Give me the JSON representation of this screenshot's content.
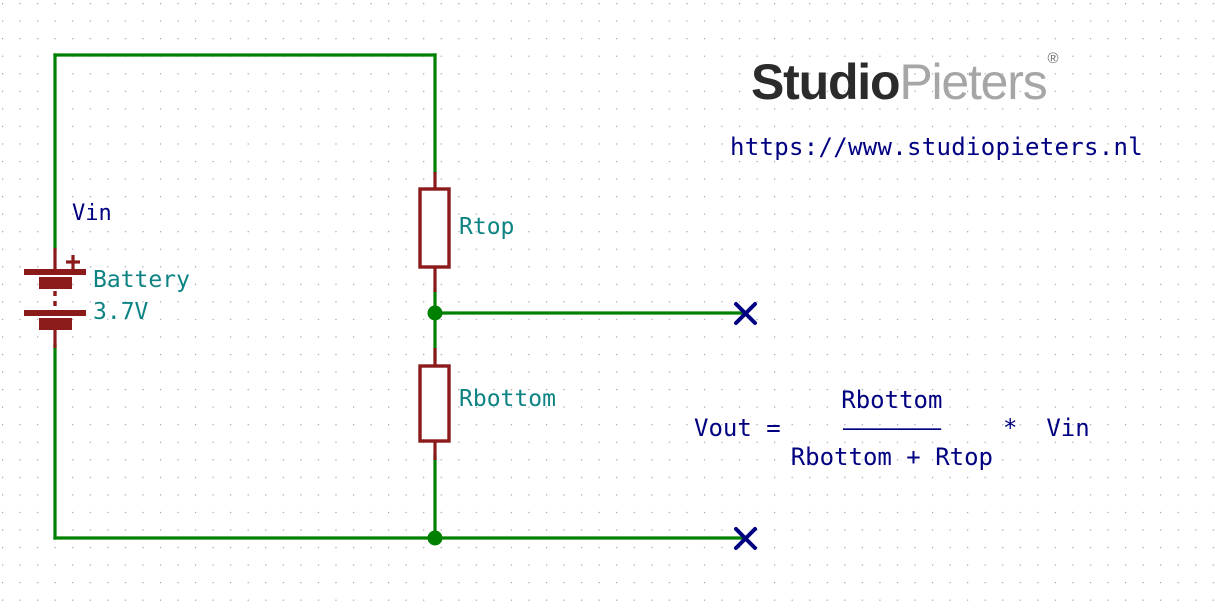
{
  "title": "Voltage divider schematic",
  "colors": {
    "wire": "#008000",
    "component": "#8b1a1a",
    "net_label": "#000080",
    "ref_label": "#0e8383",
    "junction": "#008000",
    "terminal": "#000080",
    "grid_dot": "#9b9bb0",
    "background": "#ffffff",
    "brand_dark": "#2b2b2b",
    "brand_light": "#a6a6a6"
  },
  "branding": {
    "name_bold": "Studio",
    "name_light": "Pieters",
    "registered_mark": "®",
    "url": "https://www.studiopieters.nl"
  },
  "schematic": {
    "net_labels": [
      {
        "name": "vin",
        "text": "Vin"
      }
    ],
    "components": [
      {
        "id": "battery",
        "type": "battery",
        "reference": "Battery",
        "value": "3.7V",
        "polarity_marker": "+"
      },
      {
        "id": "rtop",
        "type": "resistor",
        "reference": "Rtop"
      },
      {
        "id": "rbottom",
        "type": "resistor",
        "reference": "Rbottom"
      }
    ],
    "junctions": [
      {
        "name": "vout-node"
      },
      {
        "name": "ground-node"
      }
    ],
    "terminals": [
      {
        "name": "vout-terminal",
        "symbol": "X"
      },
      {
        "name": "ground-terminal",
        "symbol": "X"
      }
    ]
  },
  "formula": {
    "left": "Vout =",
    "numerator": "Rbottom",
    "bar": "———————",
    "denominator": "Rbottom + Rtop",
    "right": "*  Vin"
  }
}
